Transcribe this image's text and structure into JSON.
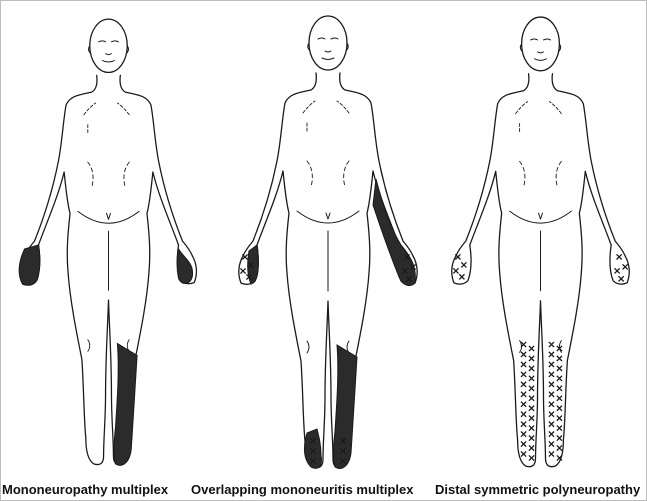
{
  "figure": {
    "panels": [
      {
        "caption": "Mononeuropathy multiplex",
        "affected_regions": [
          "right-hand-solid",
          "left-hand-solid",
          "left-lower-leg-solid"
        ],
        "pattern": "solid"
      },
      {
        "caption": "Overlapping mononeuritis multiplex",
        "affected_regions": [
          "right-hand-partial",
          "left-arm-and-hand-solid",
          "left-lower-leg-solid",
          "both-feet-crosses"
        ],
        "pattern": "solid-with-crosses"
      },
      {
        "caption": "Distal symmetric polyneuropathy",
        "affected_regions": [
          "both-hands-crosses",
          "both-lower-legs-crosses",
          "both-feet-crosses"
        ],
        "pattern": "crosses"
      }
    ],
    "colors": {
      "outline": "#1a1a1a",
      "affected_fill": "#2b2b2b",
      "background": "#ffffff",
      "frame_border": "#bdbdbd"
    }
  }
}
